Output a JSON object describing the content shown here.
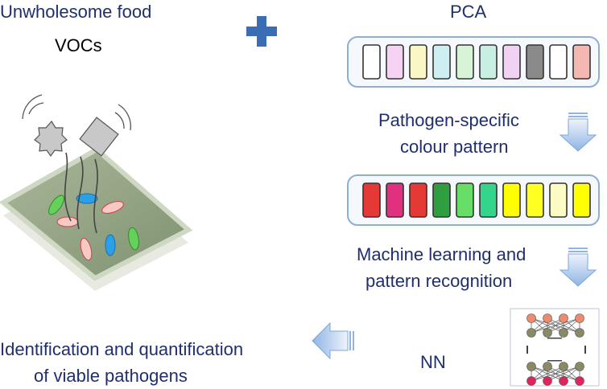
{
  "labels": {
    "unwholesome_food": "Unwholesome food",
    "vocs": "VOCs",
    "pca": "PCA",
    "pattern_line1": "Pathogen-specific",
    "pattern_line2": "colour pattern",
    "ml_line1": "Machine learning and",
    "ml_line2": "pattern recognition",
    "nn": "NN",
    "id_line1": "Identification and quantification",
    "id_line2": "of viable pathogens"
  },
  "colors": {
    "text_navy": "#1f2f6e",
    "plus_blue": "#3a6db3",
    "arrow_blue": "#9dbfe6",
    "panel_border": "#8eaed6",
    "dish_green": "#8e9f7c"
  },
  "sensor_array_initial": [
    "#ffffff",
    "#f6d3f3",
    "#fbf6c5",
    "#cdeff1",
    "#d7f3d8",
    "#c9efe2",
    "#f2d2f2",
    "#8a8a8a",
    "#ffffff",
    "#f4b7b2"
  ],
  "sensor_array_pattern": [
    "#e53935",
    "#e0307f",
    "#e53935",
    "#2e9e3e",
    "#68dd68",
    "#33d58a",
    "#ffff00",
    "#ffff22",
    "#fbfbc5",
    "#ffff00"
  ]
}
